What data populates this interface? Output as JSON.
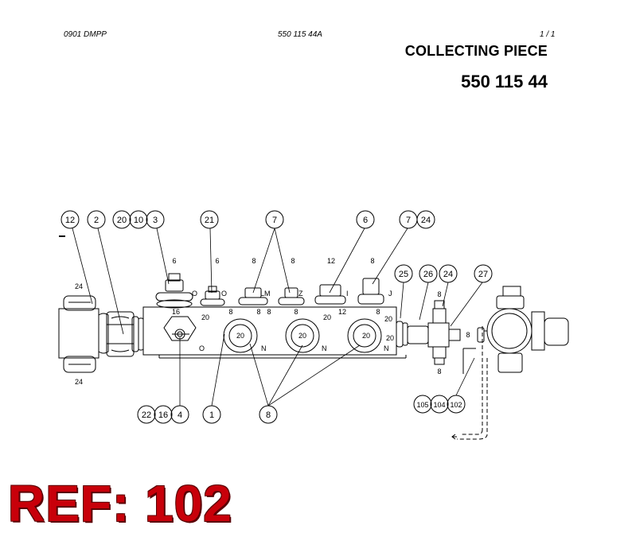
{
  "header": {
    "left": "0901 DMPP",
    "middle": "550 115 44A",
    "right": "1 /   1"
  },
  "title": "COLLECTING PIECE",
  "part_number": "550 115 44",
  "ref_label": "REF: 102",
  "callouts_top": [
    {
      "label": "12"
    },
    {
      "label": "2"
    },
    {
      "label": "20"
    },
    {
      "label": "10"
    },
    {
      "label": "3"
    },
    {
      "label": "21"
    },
    {
      "label": "7"
    },
    {
      "label": "6"
    },
    {
      "label": "7"
    },
    {
      "label": "24"
    }
  ],
  "callouts_right": [
    {
      "label": "25"
    },
    {
      "label": "26"
    },
    {
      "label": "24"
    },
    {
      "label": "27"
    }
  ],
  "callouts_bottom": [
    {
      "label": "22"
    },
    {
      "label": "16"
    },
    {
      "label": "4"
    },
    {
      "label": "1"
    },
    {
      "label": "8"
    },
    {
      "label": "105"
    },
    {
      "label": "104"
    },
    {
      "label": "102"
    }
  ],
  "port_sizes": [
    "6",
    "6",
    "8",
    "8",
    "12",
    "8"
  ],
  "port_letters": [
    "O",
    "O",
    "LM",
    "Z",
    "I",
    "J"
  ],
  "row_labels": [
    "16",
    "20",
    "8",
    "8",
    "8",
    "8",
    "20",
    "12",
    "8"
  ],
  "port_circle_labels": [
    "20",
    "20",
    "20"
  ],
  "body_letters": [
    "O",
    "N",
    "N",
    "N"
  ],
  "side_labels": [
    "24",
    "24",
    "20",
    "20",
    "8",
    "8",
    "8"
  ]
}
